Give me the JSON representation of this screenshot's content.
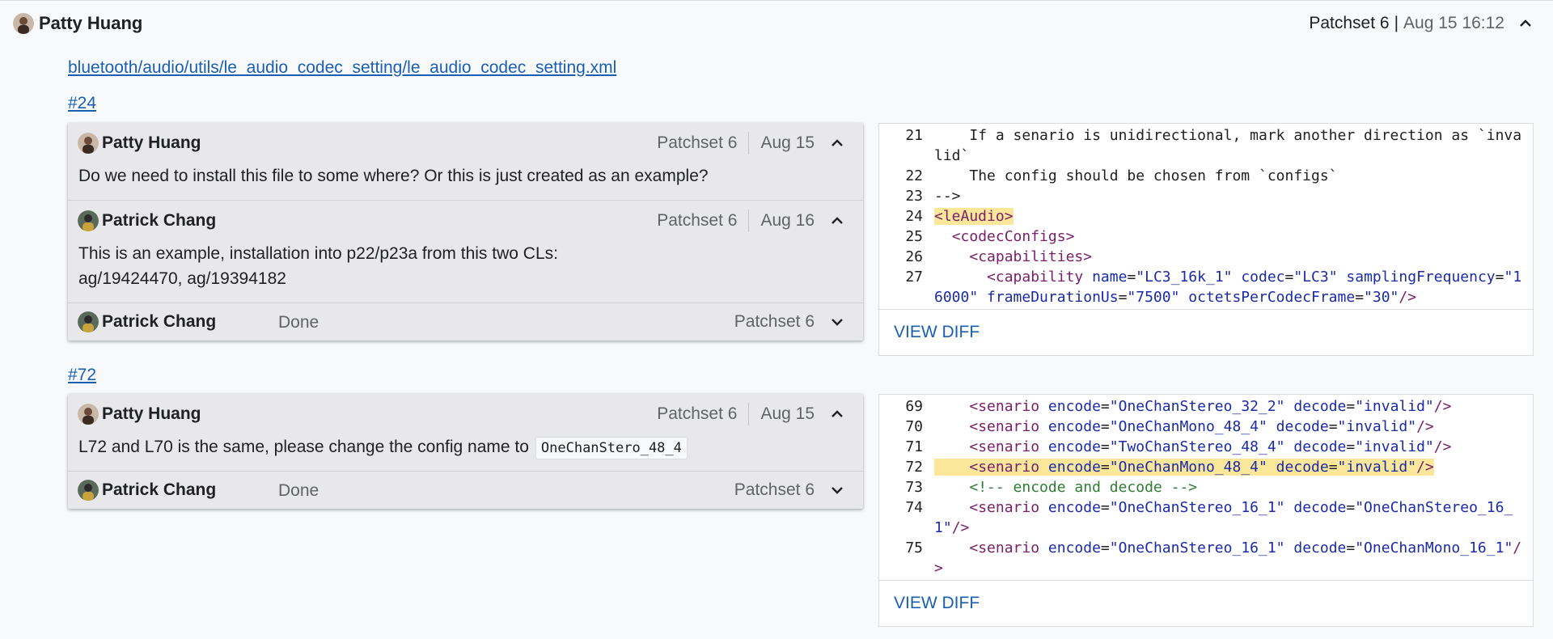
{
  "header": {
    "author": "Patty Huang",
    "patchset": "Patchset 6",
    "separator": "|",
    "date": "Aug 15 16:12"
  },
  "file": {
    "path": "bluetooth/audio/utils/le_audio_codec_setting/le_audio_codec_setting.xml"
  },
  "threads": [
    {
      "anchor": "#24",
      "comments": [
        {
          "author": "Patty Huang",
          "patchset": "Patchset 6",
          "date": "Aug 15",
          "text": "Do we need to install this file to some where? Or this is just created as an example?"
        },
        {
          "author": "Patrick Chang",
          "patchset": "Patchset 6",
          "date": "Aug 16",
          "text_line1": "This is an example, installation into p22/p23a from this two CLs:",
          "text_line2": "ag/19424470, ag/19394182"
        }
      ],
      "done": {
        "author": "Patrick Chang",
        "status": "Done",
        "patchset": "Patchset 6"
      },
      "diff": {
        "view_label": "VIEW DIFF",
        "lines": [
          {
            "num": "21",
            "text": "    If a senario is unidirectional, mark another direction as `invalid`"
          },
          {
            "num": "22",
            "text": "    The config should be chosen from `configs`"
          },
          {
            "num": "23",
            "text": "-->"
          },
          {
            "num": "24",
            "text": "<leAudio>"
          },
          {
            "num": "25",
            "text": "  <codecConfigs>"
          },
          {
            "num": "26",
            "text": "    <capabilities>"
          },
          {
            "num": "27",
            "text": "      <capability name=\"LC3_16k_1\" codec=\"LC3\" samplingFrequency=\"16000\" frameDurationUs=\"7500\" octetsPerCodecFrame=\"30\"/>"
          }
        ]
      }
    },
    {
      "anchor": "#72",
      "comments": [
        {
          "author": "Patty Huang",
          "patchset": "Patchset 6",
          "date": "Aug 15",
          "text": "L72 and L70 is the same, please change the config name to",
          "code": "OneChanStero_48_4"
        }
      ],
      "done": {
        "author": "Patrick Chang",
        "status": "Done",
        "patchset": "Patchset 6"
      },
      "diff": {
        "view_label": "VIEW DIFF",
        "lines": [
          {
            "num": "69",
            "text": "    <senario encode=\"OneChanStereo_32_2\" decode=\"invalid\"/>"
          },
          {
            "num": "70",
            "text": "    <senario encode=\"OneChanMono_48_4\" decode=\"invalid\"/>"
          },
          {
            "num": "71",
            "text": "    <senario encode=\"TwoChanStereo_48_4\" decode=\"invalid\"/>"
          },
          {
            "num": "72",
            "text": "    <senario encode=\"OneChanMono_48_4\" decode=\"invalid\"/>"
          },
          {
            "num": "73",
            "text": "    <!-- encode and decode -->"
          },
          {
            "num": "74",
            "text": "    <senario encode=\"OneChanStereo_16_1\" decode=\"OneChanStereo_16_1\"/>"
          },
          {
            "num": "75",
            "text": "    <senario encode=\"OneChanStereo_16_1\" decode=\"OneChanMono_16_1\"/>"
          }
        ]
      }
    }
  ],
  "colors": {
    "link": "#1a5fb4",
    "highlight": "#fbe79a",
    "thread_bg": "#e8e8ea"
  },
  "icons": {
    "expanded": "chevron-up-icon",
    "collapsed": "chevron-down-icon"
  }
}
